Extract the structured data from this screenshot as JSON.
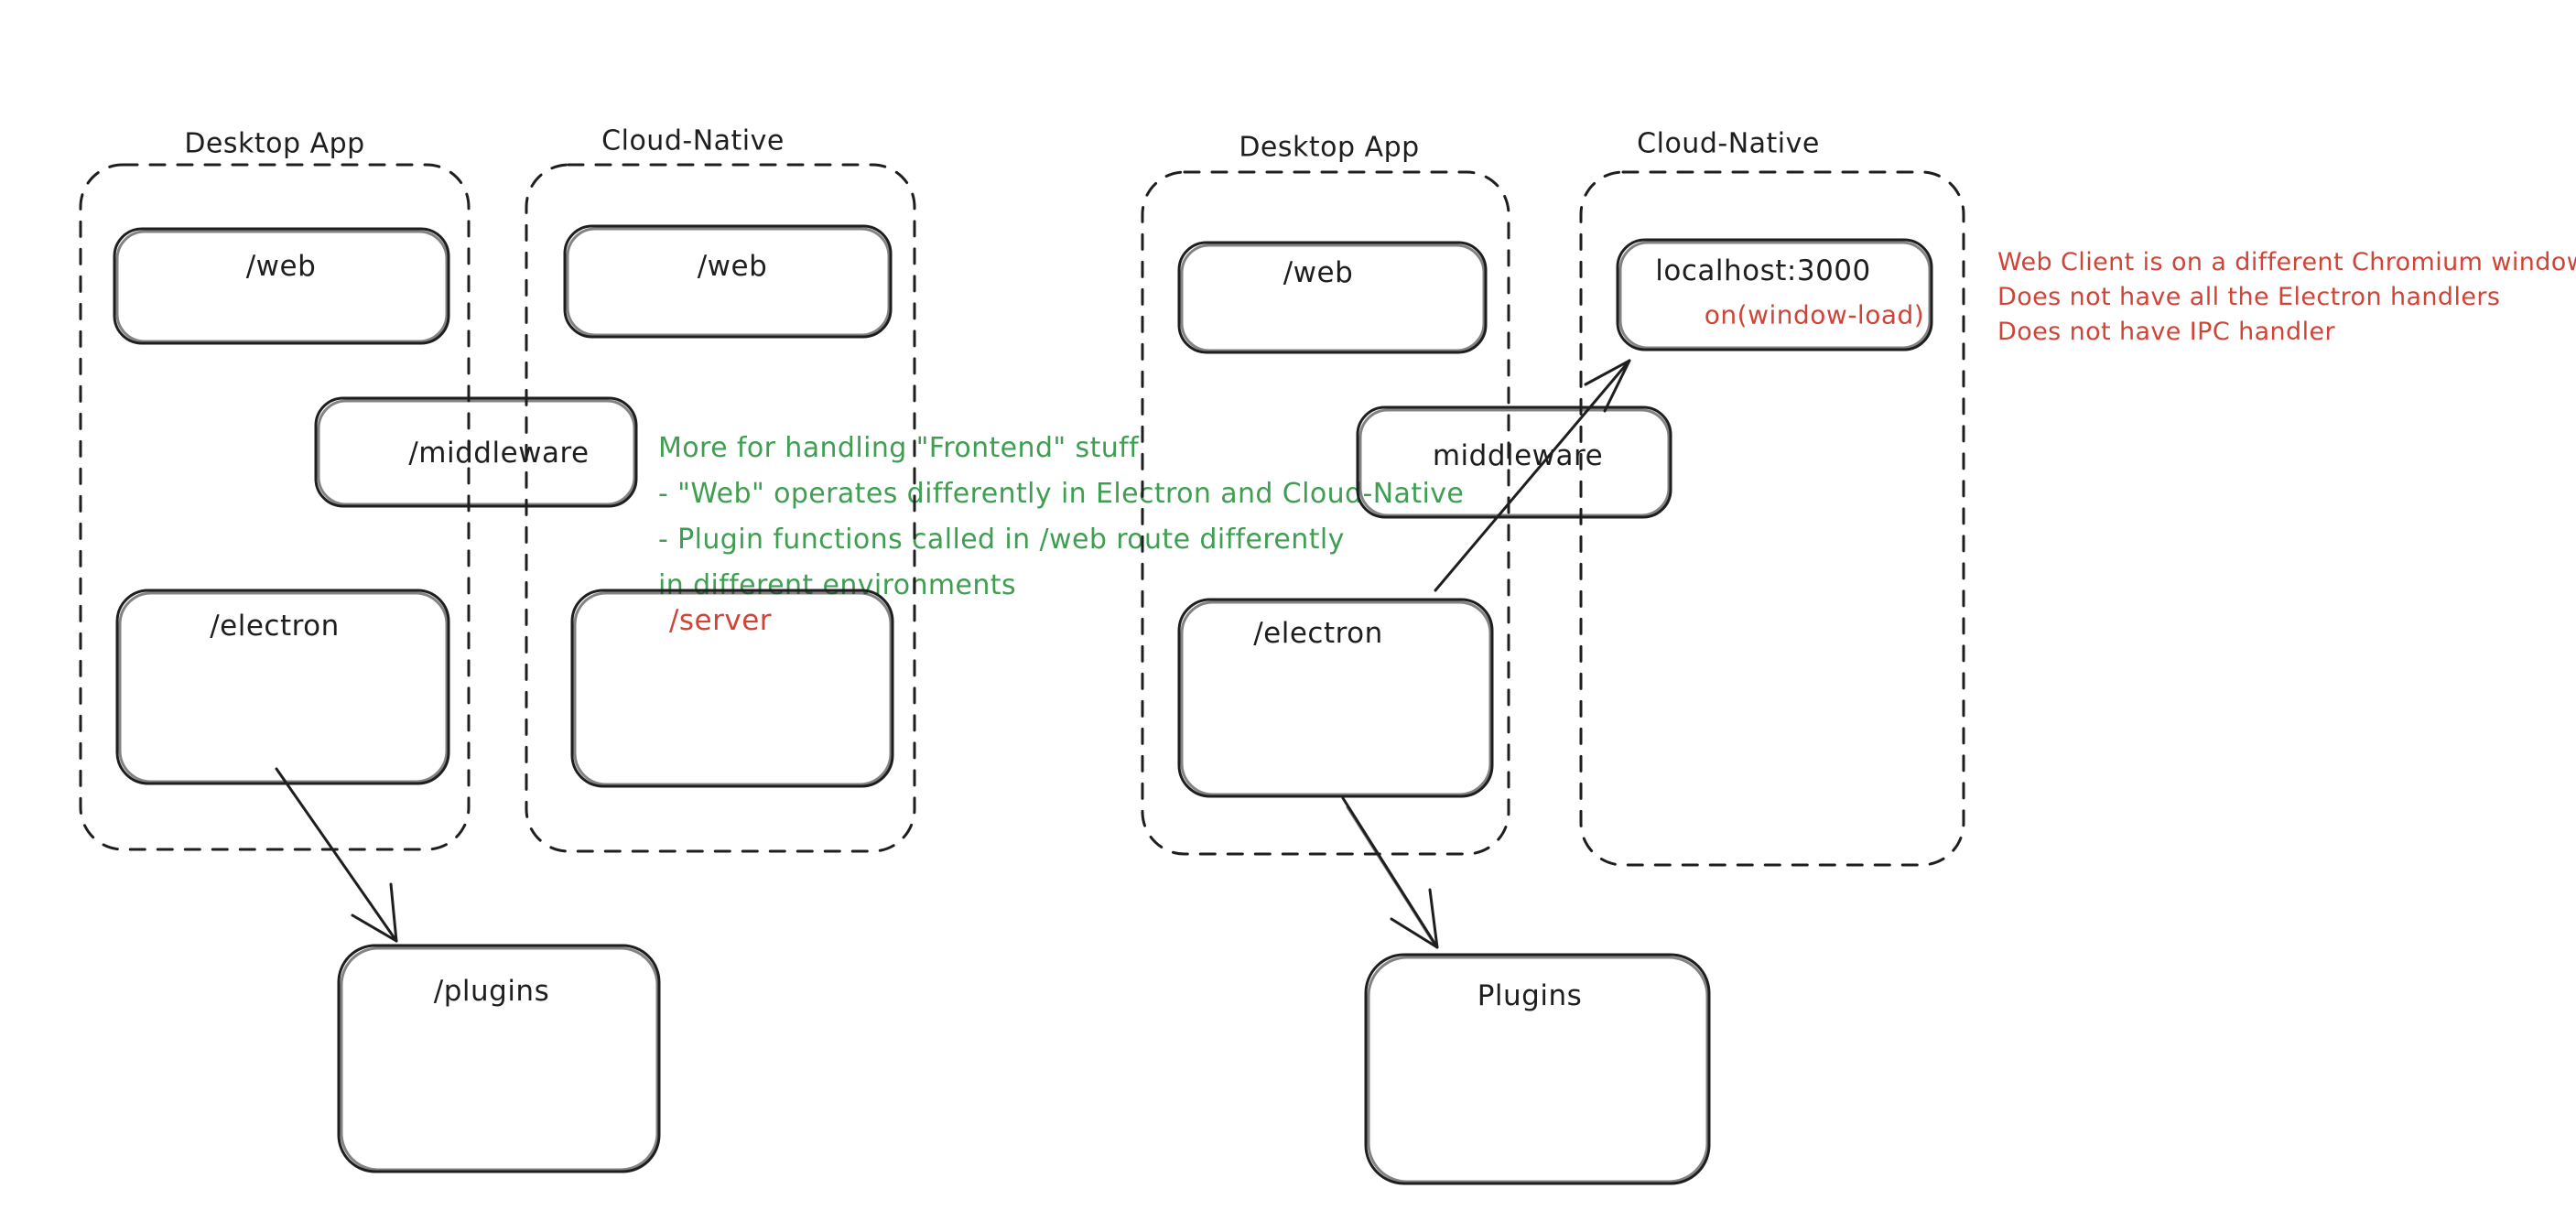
{
  "colors": {
    "background": "#ffffff",
    "ink": "#1e1e1e",
    "green": "#3f9e52",
    "red": "#d04437"
  },
  "left": {
    "desktop": {
      "title": "Desktop App",
      "web": "/web",
      "middleware": "/middleware",
      "electron": "/electron"
    },
    "cloud": {
      "title": "Cloud-Native",
      "web": "/web",
      "server": "/server"
    },
    "plugins": "/plugins",
    "note_green": {
      "lines": [
        "More for handling \"Frontend\" stuff",
        "- \"Web\" operates differently in Electron and Cloud-Native",
        "- Plugin functions called in /web route differently",
        "in different environments"
      ]
    }
  },
  "right": {
    "desktop": {
      "title": "Desktop App",
      "web": "/web",
      "electron": "/electron"
    },
    "cloud": {
      "title": "Cloud-Native",
      "localhost": "localhost:3000",
      "window_load": "on(window-load)"
    },
    "middleware": "middleware",
    "plugins": "Plugins",
    "note_red": {
      "lines": [
        "Web Client is on a different Chromium window",
        "Does not have all the Electron handlers",
        "Does not have IPC handler"
      ]
    }
  }
}
